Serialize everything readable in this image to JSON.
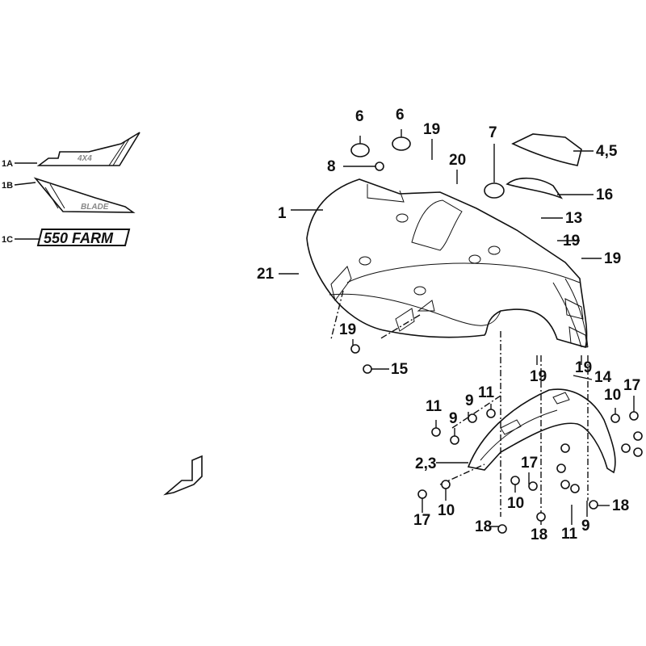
{
  "diagram": {
    "decals": [
      {
        "callout": "1A",
        "text": "4X4"
      },
      {
        "callout": "1B",
        "text": "BLADE"
      },
      {
        "callout": "1C",
        "text": "550 FARM"
      }
    ],
    "callouts": [
      "6",
      "6",
      "19",
      "7",
      "20",
      "8",
      "4,5",
      "16",
      "1",
      "13",
      "19",
      "19",
      "21",
      "19",
      "15",
      "19",
      "19",
      "14",
      "11",
      "9",
      "11",
      "9",
      "10",
      "17",
      "2,3",
      "17",
      "17",
      "10",
      "10",
      "18",
      "18",
      "11",
      "9",
      "18"
    ]
  }
}
